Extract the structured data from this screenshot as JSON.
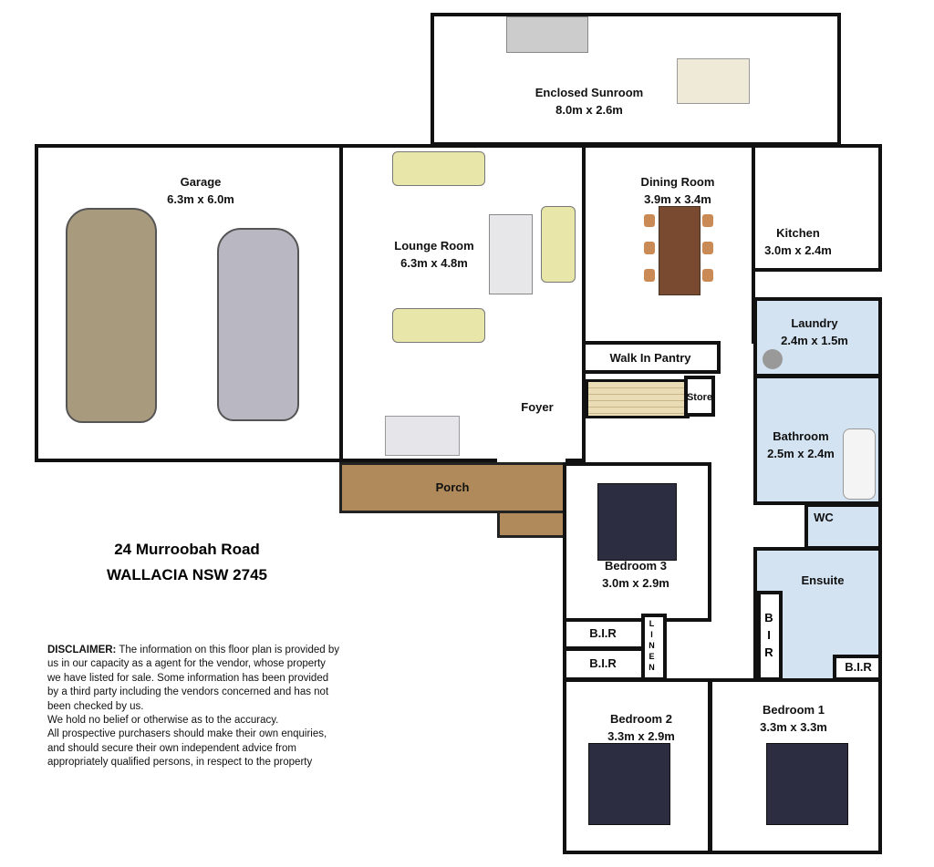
{
  "address": {
    "line1": "24 Murroobah Road",
    "line2": "WALLACIA NSW 2745"
  },
  "rooms": {
    "sunroom": {
      "name": "Enclosed Sunroom",
      "size": "8.0m x 2.6m"
    },
    "garage": {
      "name": "Garage",
      "size": "6.3m x 6.0m"
    },
    "lounge": {
      "name": "Lounge Room",
      "size": "6.3m x 4.8m"
    },
    "dining": {
      "name": "Dining Room",
      "size": "3.9m x 3.4m"
    },
    "kitchen": {
      "name": "Kitchen",
      "size": "3.0m x 2.4m"
    },
    "laundry": {
      "name": "Laundry",
      "size": "2.4m x 1.5m"
    },
    "pantry": {
      "name": "Walk In Pantry"
    },
    "store": {
      "name": "Store"
    },
    "foyer": {
      "name": "Foyer"
    },
    "bathroom": {
      "name": "Bathroom",
      "size": "2.5m x 2.4m"
    },
    "wc": {
      "name": "WC"
    },
    "ensuite": {
      "name": "Ensuite"
    },
    "porch": {
      "name": "Porch"
    },
    "bedroom3": {
      "name": "Bedroom 3",
      "size": "3.0m x 2.9m"
    },
    "bedroom2": {
      "name": "Bedroom 2",
      "size": "3.3m x 2.9m"
    },
    "bedroom1": {
      "name": "Bedroom 1",
      "size": "3.3m x 3.3m"
    },
    "bir": "B.I.R",
    "linen": "LINEN",
    "bir_vertical": "BIR"
  },
  "disclaimer": {
    "heading": "DISCLAIMER:",
    "lines": [
      " The information on this floor plan is provided by",
      "us in our capacity as a agent for the vendor, whose property",
      "we have listed for sale. Some information has been provided",
      "by a third party including the vendors concerned and has not",
      "been checked by us.",
      "We hold no belief or otherwise as to the accuracy.",
      "All prospective purchasers should make their own enquiries,",
      "and should secure their own independent advice from",
      "appropriately qualified persons, in respect to the property"
    ]
  }
}
